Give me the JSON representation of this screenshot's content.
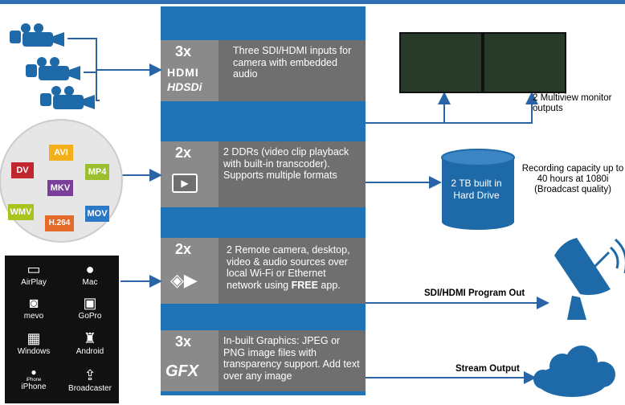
{
  "panels": [
    {
      "count": "3x",
      "logo_top": "HDMI",
      "logo_bottom": "HDSDi",
      "text": "Three SDI/HDMI inputs for camera with embedded audio"
    },
    {
      "count": "2x",
      "logo_top": "",
      "logo_bottom": "",
      "text": "2 DDRs (video clip playback with built-in transcoder). Supports multiple formats"
    },
    {
      "count": "2x",
      "logo_top": "",
      "logo_bottom": "",
      "text_pre": "2 Remote camera, desktop, video & audio sources over local Wi-Fi or Ethernet network using ",
      "text_bold": "FREE",
      "text_post": " app."
    },
    {
      "count": "3x",
      "logo_top": "",
      "logo_bottom": "GFX",
      "text": "In-built Graphics: JPEG or PNG image files with transparency support. Add text over any image"
    }
  ],
  "formats": [
    "AVI",
    "DV",
    "MP4",
    "MKV",
    "WMV",
    "H.264",
    "MOV"
  ],
  "sources": [
    {
      "label": "AirPlay",
      "icon": "airplay-icon"
    },
    {
      "label": "Mac",
      "icon": "apple-icon"
    },
    {
      "label": "mevo",
      "icon": "mevo-icon"
    },
    {
      "label": "GoPro",
      "icon": "gopro-icon"
    },
    {
      "label": "Windows",
      "icon": "windows-icon"
    },
    {
      "label": "Android",
      "icon": "android-icon"
    },
    {
      "label": "iPhone",
      "icon": "iphone-icon",
      "sub": "iPhone"
    },
    {
      "label": "Broadcaster",
      "icon": "broadcaster-icon"
    }
  ],
  "outputs": {
    "multiview": "2 Multiview monitor outputs",
    "drive": "2 TB built in Hard Drive",
    "recording": "Recording capacity up to 40 hours at 1080i (Broadcast quality)",
    "program_out": "SDI/HDMI Program Out",
    "stream_out": "Stream Output"
  },
  "colors": {
    "column": "#1f74b8",
    "panel": "#6f6f6f",
    "icon_blue": "#1e6aa8",
    "arrow": "#2a64a6"
  }
}
